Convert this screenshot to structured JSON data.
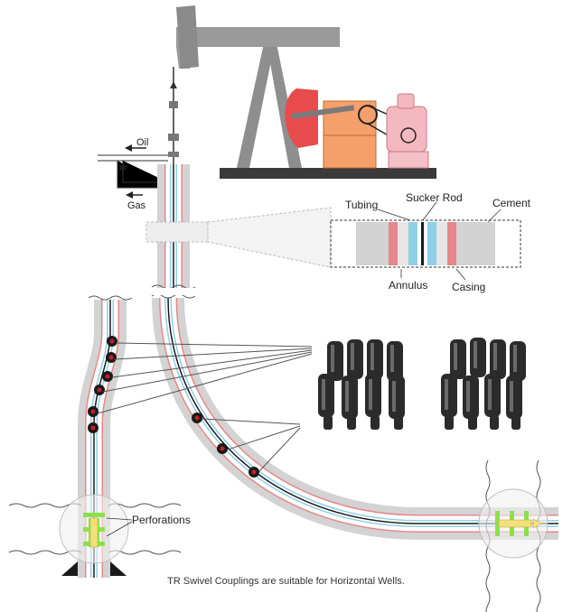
{
  "labels": {
    "oil": "Oil",
    "gas": "Gas",
    "tubing": "Tubing",
    "sucker_rod": "Sucker Rod",
    "cement": "Cement",
    "annulus": "Annulus",
    "casing": "Casing",
    "perforations": "Perforations"
  },
  "caption": "TR Swivel Couplings are suitable for Horizontal Wells.",
  "colors": {
    "cement": "#d3d3d3",
    "casing": "#e8878a",
    "tubing": "#8fd0e6",
    "rod": "#1a1a1a",
    "coupling": "#c0202a",
    "pump_frame": "#8e8e8e",
    "motor_orange": "#f5a06a",
    "counterweight_red": "#e84b4b",
    "motor_pink": "#f4b8c0",
    "perforation": "#8ee04a",
    "pump_yellow": "#f2e07a"
  },
  "icons": [
    "pump-jack-icon",
    "swivel-coupling-photo",
    "pipe-break-symbol"
  ]
}
